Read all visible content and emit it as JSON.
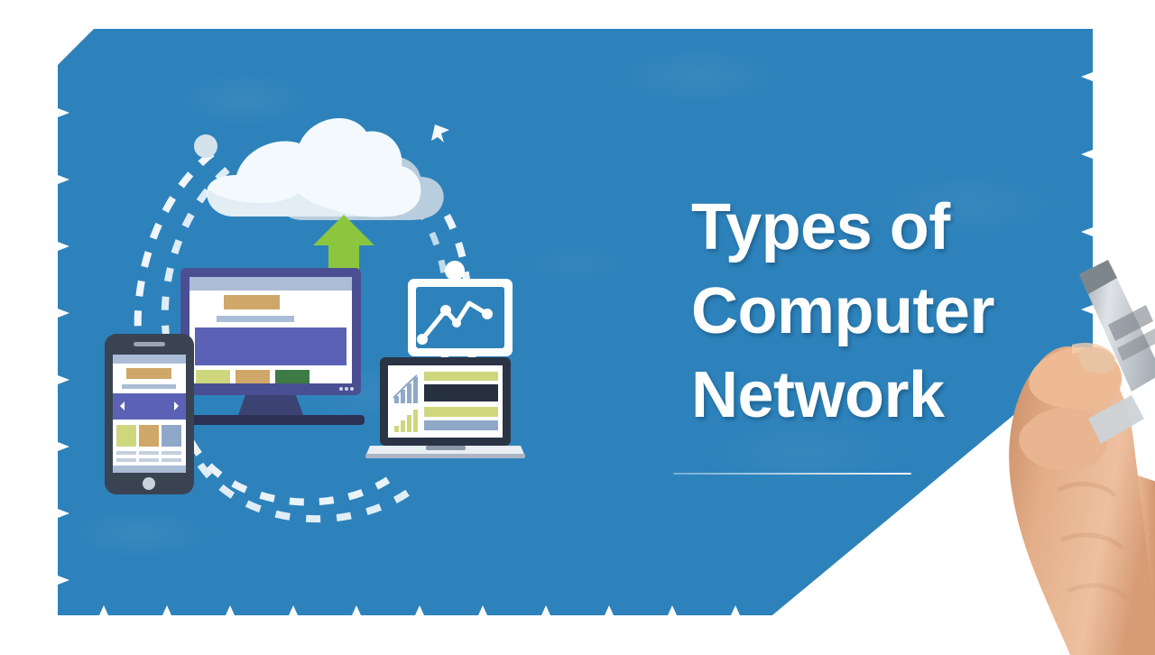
{
  "slide": {
    "background_color": "#2d82bb",
    "panel_color": "#2d82bb",
    "canvas_color": "#ffffff",
    "style": "whiteboard-animation-title-slide"
  },
  "title": {
    "lines": [
      "Types of",
      "Computer",
      "Network"
    ],
    "color": "#ffffff",
    "underline": true
  },
  "illustration": {
    "name": "cloud-computing-devices-network",
    "description": "Cloud connected to smartphone, desktop monitor, laptop and presentation board by dashed orbit lines",
    "elements": [
      {
        "name": "cloud-front",
        "color": "#f2f8fc"
      },
      {
        "name": "cloud-back",
        "color": "#b9cedd"
      },
      {
        "name": "upload-arrow",
        "color": "#8cc63f"
      },
      {
        "name": "desktop-monitor",
        "frame_color": "#4a4f93",
        "screen_color": "#ffffff"
      },
      {
        "name": "smartphone",
        "frame_color": "#3a4352",
        "screen_color": "#ffffff"
      },
      {
        "name": "laptop",
        "frame_color": "#2b3445",
        "screen_color": "#ffffff"
      },
      {
        "name": "presentation-board",
        "color": "#ffffff"
      },
      {
        "name": "orbit-dashed-path",
        "color": "#ffffff"
      },
      {
        "name": "satellite-node",
        "color": "#d8e4ec"
      },
      {
        "name": "cursor-arrow",
        "color": "#ffffff"
      }
    ],
    "accent_colors": {
      "green": "#8cc63f",
      "indigo": "#5b62b5",
      "tan": "#cfa768",
      "olive": "#cfd77e",
      "forest": "#3e7b44",
      "steel": "#8fa8c8",
      "ink": "#26303f"
    }
  },
  "hand": {
    "name": "hand-holding-marker",
    "skin_color": "#e0ab85",
    "marker_color": "#c8cdd2",
    "visible": true
  },
  "edges": {
    "perforation": "torn-paper-notches",
    "notch_color": "#ffffff",
    "corner_cut": "top-left-diagonal",
    "reveal_wedge": "bottom-right-diagonal"
  }
}
